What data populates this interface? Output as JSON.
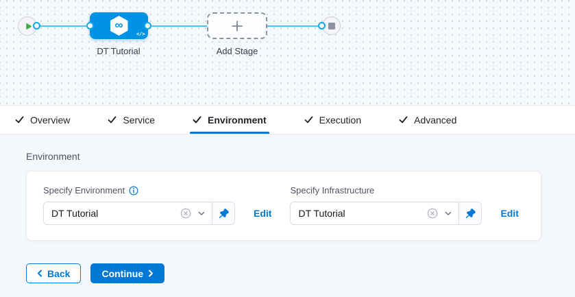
{
  "colors": {
    "primary": "#0278d5",
    "stage_node_blue": "#0092e4",
    "edge_blue": "#4ec1ee",
    "play_green": "#42ab45",
    "canvas_bg": "#f4f9fd",
    "content_bg": "#f4f7fb"
  },
  "canvas": {
    "start": {
      "icon": "play-icon"
    },
    "end": {
      "icon": "stop-icon"
    },
    "stage": {
      "label": "DT Tutorial",
      "icon": "deploy-hexagon-icon",
      "icon_glyph": "∞",
      "code_badge": "</>"
    },
    "add_stage": {
      "label": "Add Stage",
      "plus_glyph": "+"
    }
  },
  "tabs": [
    {
      "label": "Overview",
      "checked": true,
      "active": false
    },
    {
      "label": "Service",
      "checked": true,
      "active": false
    },
    {
      "label": "Environment",
      "checked": true,
      "active": true
    },
    {
      "label": "Execution",
      "checked": true,
      "active": false
    },
    {
      "label": "Advanced",
      "checked": true,
      "active": false
    }
  ],
  "environment_section": {
    "title": "Environment"
  },
  "fields": [
    {
      "label": "Specify Environment",
      "has_info": true,
      "value": "DT Tutorial",
      "edit": "Edit"
    },
    {
      "label": "Specify Infrastructure",
      "has_info": false,
      "value": "DT Tutorial",
      "edit": "Edit"
    }
  ],
  "footer": {
    "back": "Back",
    "continue": "Continue"
  }
}
